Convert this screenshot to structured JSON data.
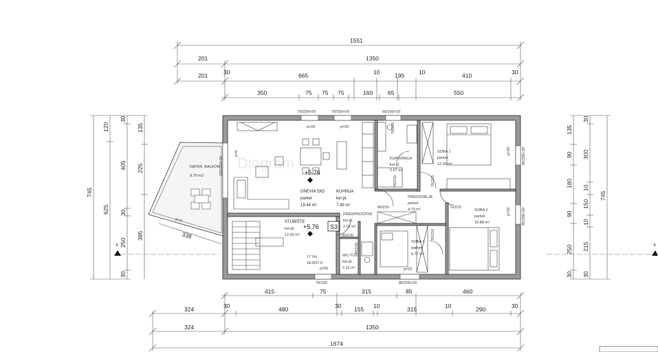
{
  "dims": {
    "top": {
      "total": "1551",
      "row2": [
        "201",
        "1350"
      ],
      "row3": [
        "201",
        "30",
        "665",
        "10",
        "195",
        "10",
        "410",
        "30"
      ],
      "row4": [
        "350",
        "75",
        "75",
        "75",
        "160",
        "65",
        "550"
      ]
    },
    "bottom": {
      "row1": [
        "415",
        "75",
        "315",
        "85",
        "460"
      ],
      "row2": [
        "324",
        "30",
        "480",
        "30",
        "155",
        "10",
        "315",
        "10",
        "290",
        "30"
      ],
      "row3": [
        "324",
        "1350"
      ],
      "total": "1674"
    },
    "left": {
      "total": "745",
      "col2": [
        "120",
        "625"
      ],
      "col3": [
        "30",
        "405",
        "30",
        "250",
        "30"
      ],
      "col4": [
        "135",
        "225",
        "385"
      ]
    },
    "right": {
      "total": "745",
      "col1": [
        "135",
        "90",
        "180",
        "90",
        "250",
        "30"
      ],
      "col2": [
        "30",
        "300",
        "10",
        "150",
        "10",
        "215",
        "30"
      ]
    }
  },
  "rooms": {
    "dnevni": {
      "name": "DNEVNI DIO",
      "floor": "parket",
      "area": "19.44 m²"
    },
    "kuhinja": {
      "name": "KUHINJA",
      "floor": "ker.pl.",
      "area": "7.49 m²"
    },
    "kupaonica": {
      "name": "KUPAONICA",
      "floor": "ker.pl.",
      "area": "5.67 m²"
    },
    "soba1": {
      "name": "SOBA 1",
      "floor": "parket",
      "area": "12.30 m²"
    },
    "predsoblje": {
      "name": "PREDSOBLJE",
      "floor": "parket",
      "area": "4.73 m²"
    },
    "soba2": {
      "name": "SOBA 2",
      "floor": "parket",
      "area": "10.88 m²"
    },
    "stubiste": {
      "name": "STUBIŠTE",
      "floor": "ker.pl.",
      "area": "12.00 m²"
    },
    "predprostor": {
      "name": "PREDPROSTOR",
      "floor": "ker.pl.",
      "area": "2.02 m²"
    },
    "soba3": {
      "name": "SOBA 3",
      "floor": "parket",
      "area": "6.77 m²"
    },
    "wc": {
      "name": "WC-TUŠ",
      "floor": "ker.pl.",
      "area": "2.12 m²"
    },
    "balkon": {
      "name": "NATKR. BALKON",
      "area": "8.70 m2"
    }
  },
  "levels": {
    "main": "+5.76",
    "stair": "+5.76"
  },
  "stair": {
    "mark": "S3",
    "spec1": "17 Vis",
    "spec2": "18.0/27.0",
    "spec3": "p=50"
  },
  "openings": {
    "w1": "70/200+20",
    "w2": "70/200+20",
    "w3": "60/100+20",
    "p1": "p=20",
    "p2": "p=20",
    "p3": "p=0",
    "bal": "220/220+20",
    "d1": "70/210",
    "d2": "80/210",
    "d3": "70/210",
    "d4": "70/210",
    "d5": "70/210",
    "d6": "80/220",
    "d7": "70/210",
    "d8": "70/210",
    "r1": "85/200+20",
    "r2": "85/200+20",
    "rp1": "p=20",
    "rp2": "p=20",
    "b1": "70/160",
    "b2": "80/200+20",
    "bp": "p=20"
  },
  "misc": {
    "balcony_len": "338",
    "section": "A",
    "watermark": "Diagram"
  }
}
